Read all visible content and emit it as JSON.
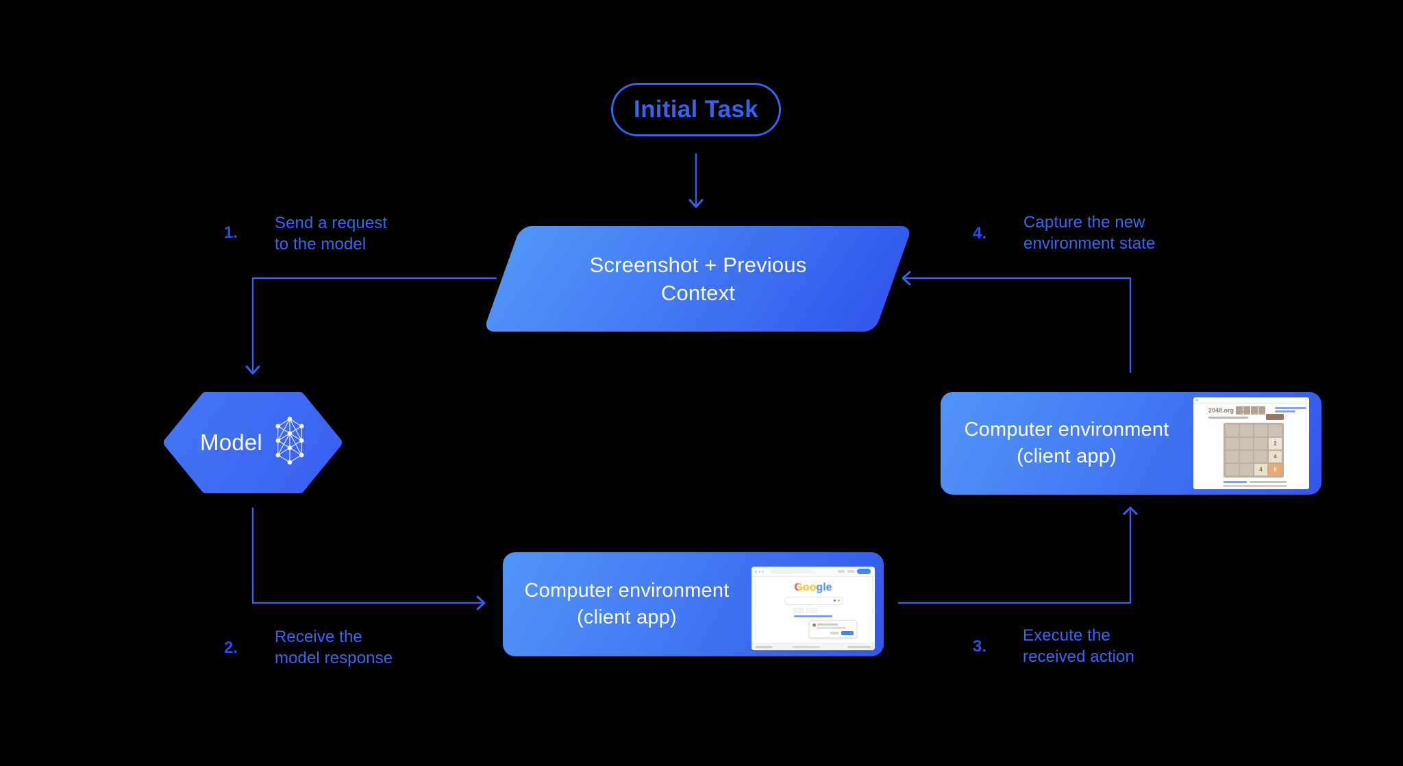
{
  "colors": {
    "bg": "#000000",
    "accent": "#3663f2",
    "label": "#3a66f2",
    "number": "#2c4fec",
    "shape_light": "#5296f7",
    "shape_dark": "#3157ec",
    "hex_light": "#4477f4",
    "hex_dark": "#3b63f1",
    "google_blue": "#4285f4",
    "google_red": "#ea4335",
    "google_yellow": "#fbbc05",
    "google_green": "#34a853",
    "link_blue": "#5a7be0",
    "g2048_text": "#8a7a66",
    "g2048_board": "#bbada0",
    "g2048_cell": "#cdc1b4",
    "g2048_tile2": "#eee4da",
    "g2048_tile4": "#ede0c8",
    "g2048_tile8": "#f0a86c",
    "g2048_button": "#8f7a66"
  },
  "nodes": {
    "initial_task": "Initial Task",
    "screenshot_line1": "Screenshot + Previous",
    "screenshot_line2": "Context",
    "model": "Model",
    "env1_line1": "Computer environment",
    "env1_line2": "(client app)",
    "env2_line1": "Computer environment",
    "env2_line2": "(client app)"
  },
  "steps": [
    {
      "num": "1.",
      "line1": "Send a request",
      "line2": "to the model"
    },
    {
      "num": "2.",
      "line1": "Receive the",
      "line2": "model response"
    },
    {
      "num": "3.",
      "line1": "Execute the",
      "line2": "received action"
    },
    {
      "num": "4.",
      "line1": "Capture the new",
      "line2": "environment state"
    }
  ],
  "thumbnails": {
    "google": {
      "logo": "Google"
    },
    "game2048": {
      "title": "2048.org",
      "tiles": [
        "2",
        "4",
        "4",
        "8"
      ]
    }
  }
}
